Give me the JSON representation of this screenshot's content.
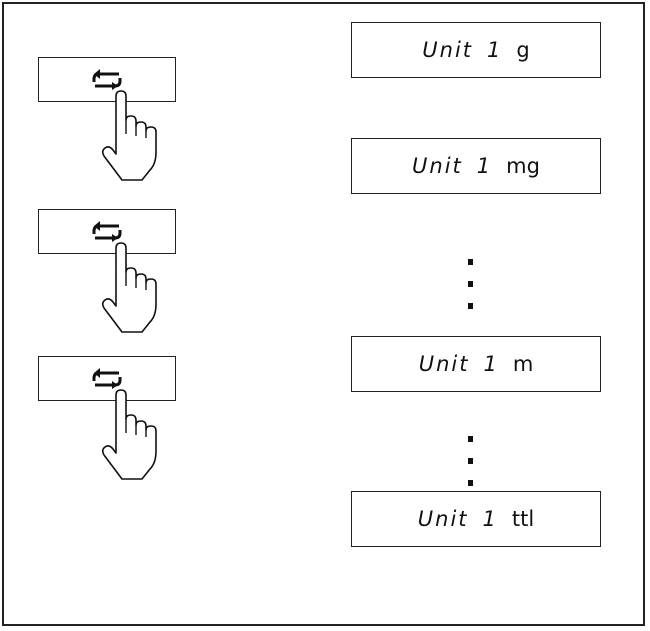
{
  "keys": [
    {
      "icon": "cycle-arrows-icon",
      "pointer": "hand-pointer-icon"
    },
    {
      "icon": "cycle-arrows-icon",
      "pointer": "hand-pointer-icon"
    },
    {
      "icon": "cycle-arrows-icon",
      "pointer": "hand-pointer-icon"
    }
  ],
  "displays": [
    {
      "label": "Unit",
      "index": "1",
      "unit": "g"
    },
    {
      "label": "Unit",
      "index": "1",
      "unit": "mg"
    },
    {
      "label": "Unit",
      "index": "1",
      "unit": "m"
    },
    {
      "label": "Unit",
      "index": "1",
      "unit": "ttl"
    }
  ]
}
